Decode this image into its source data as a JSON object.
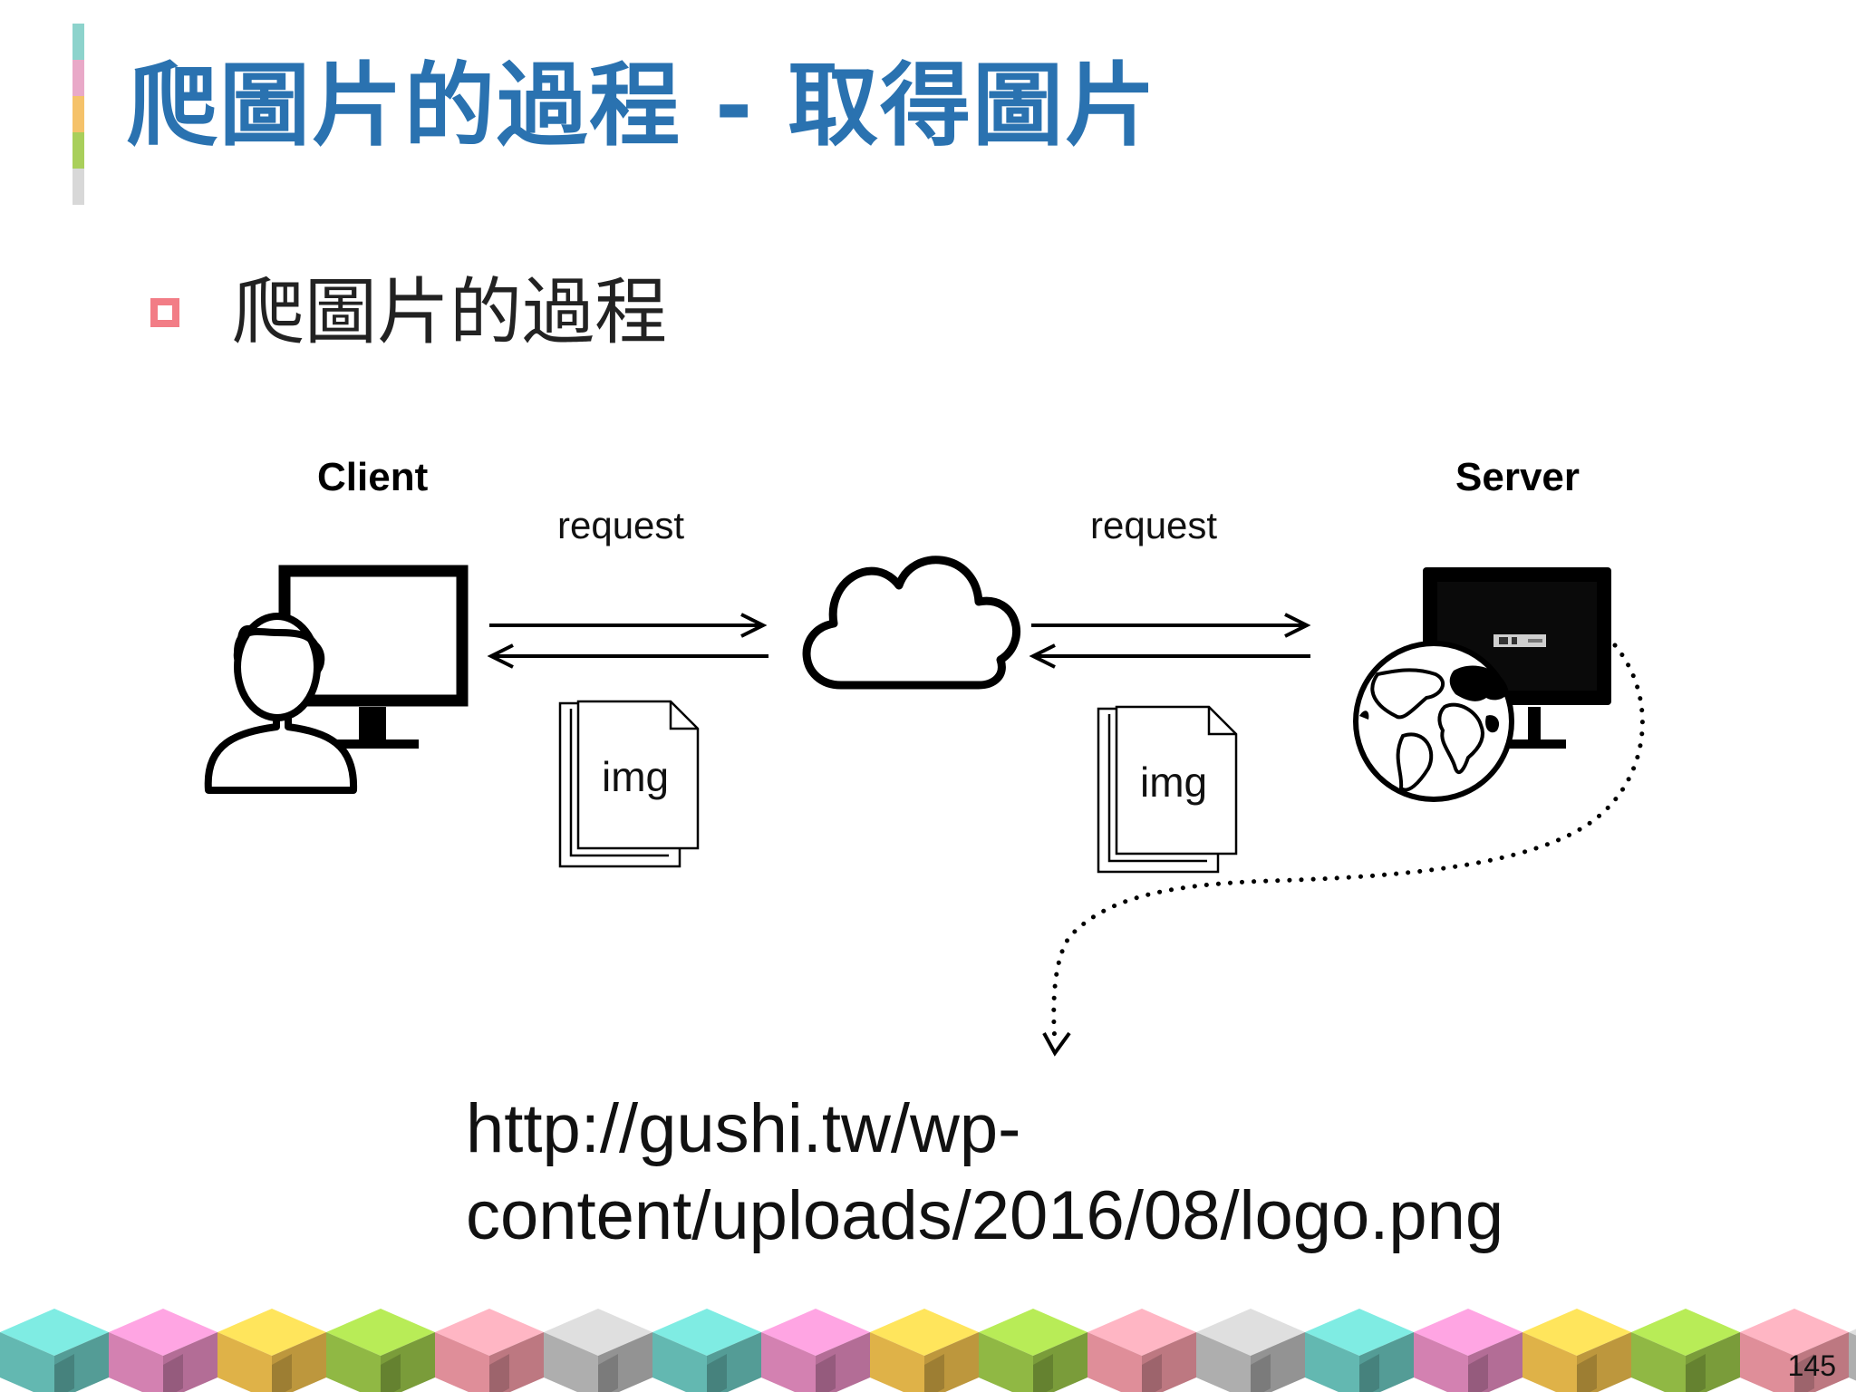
{
  "slide": {
    "title": "爬圖片的過程 - 取得圖片",
    "bullet": "爬圖片的過程",
    "page_number": "145"
  },
  "diagram": {
    "client_label": "Client",
    "server_label": "Server",
    "request_left": "request",
    "request_right": "request",
    "doc_left": "img",
    "doc_right": "img"
  },
  "url": {
    "line1": "http://gushi.tw/wp-",
    "line2": "content/uploads/2016/08/logo.png"
  },
  "colors": {
    "title": "#2a72b0",
    "bullet_marker": "#f27d86",
    "strip": [
      "#8dd3cc",
      "#e9a9c8",
      "#f5c26a",
      "#a9cf5b",
      "#d8d8d8"
    ],
    "cubes": [
      "#6cc8c0",
      "#e58cc0",
      "#f2c24e",
      "#9cc84a",
      "#f29aa6",
      "#bdbdbd"
    ]
  },
  "icons": {
    "client": "user-at-monitor-icon",
    "network": "cloud-icon",
    "server": "globe-monitor-icon",
    "document": "document-stack-icon"
  }
}
